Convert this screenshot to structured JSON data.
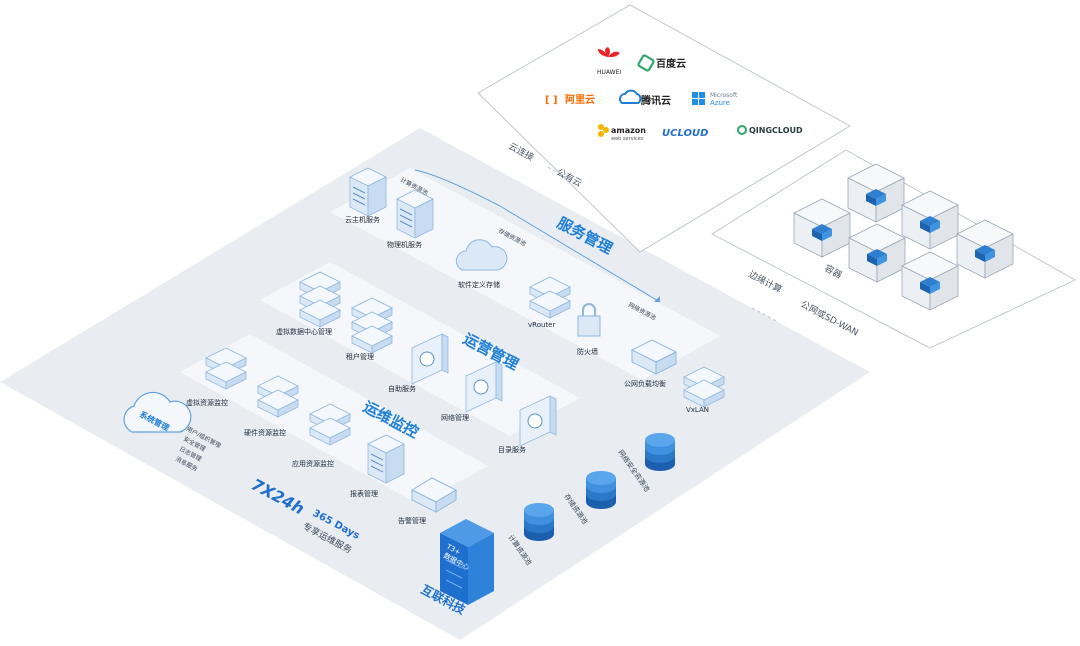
{
  "cloud_panel": {
    "brands": {
      "huawei": "HUAWEI",
      "baidu": "百度云",
      "aliyun": "阿里云",
      "tencent": "腾讯云",
      "azure_line1": "Microsoft",
      "azure_line2": "Azure",
      "amazon_line1": "amazon",
      "amazon_line2": "web services",
      "ucloud": "UCLOUD",
      "qingcloud": "QINGCLOUD"
    },
    "tag_connect": "云连接",
    "tag_public": "公有云"
  },
  "edge_panel": {
    "tag_edge": "边缘计算",
    "tag_container": "容器",
    "tag_sdwan": "公网或SD-WAN"
  },
  "service_mgmt": {
    "title": "服务管理",
    "compute_tag": "计算资源池",
    "storage_tag": "存储资源池",
    "network_tag": "网络资源池",
    "cloud_host": "云主机服务",
    "physical_host": "物理机服务",
    "sds": "软件定义存储",
    "vrouter": "vRouter",
    "firewall": "防火墙",
    "lb": "公网负载均衡",
    "vxlan": "VxLAN"
  },
  "ops_mgmt": {
    "title": "运营管理",
    "vdc": "虚拟数据中心管理",
    "tenant": "租户管理",
    "self_service": "自助服务",
    "network_mgmt": "网络管理",
    "directory": "目录服务"
  },
  "om_monitor": {
    "title": "运维监控",
    "virt_monitor": "虚拟资源监控",
    "hw_monitor": "硬件资源监控",
    "app_monitor": "应用资源监控",
    "report": "报表管理",
    "alarm": "告警管理"
  },
  "system_mgmt": {
    "title": "系统管理",
    "items": [
      "用户/组织管理",
      "安全管理",
      "日志管理",
      "消息服务"
    ]
  },
  "bottom": {
    "compute_pool": "计算资源池",
    "storage_pool": "存储资源池",
    "netsec_pool": "网络安全资源池",
    "t3_line1": "T3+",
    "t3_line2": "数据中心",
    "company": "互联科技",
    "slogan_main": "7X24h",
    "slogan_days": "365 Days",
    "slogan_sub": "专享运维服务"
  },
  "colors": {
    "accent": "#1f7fd6",
    "platform": "#e9edf2",
    "box_stroke": "#9aa7b6",
    "server_face": "#eef4fb"
  }
}
